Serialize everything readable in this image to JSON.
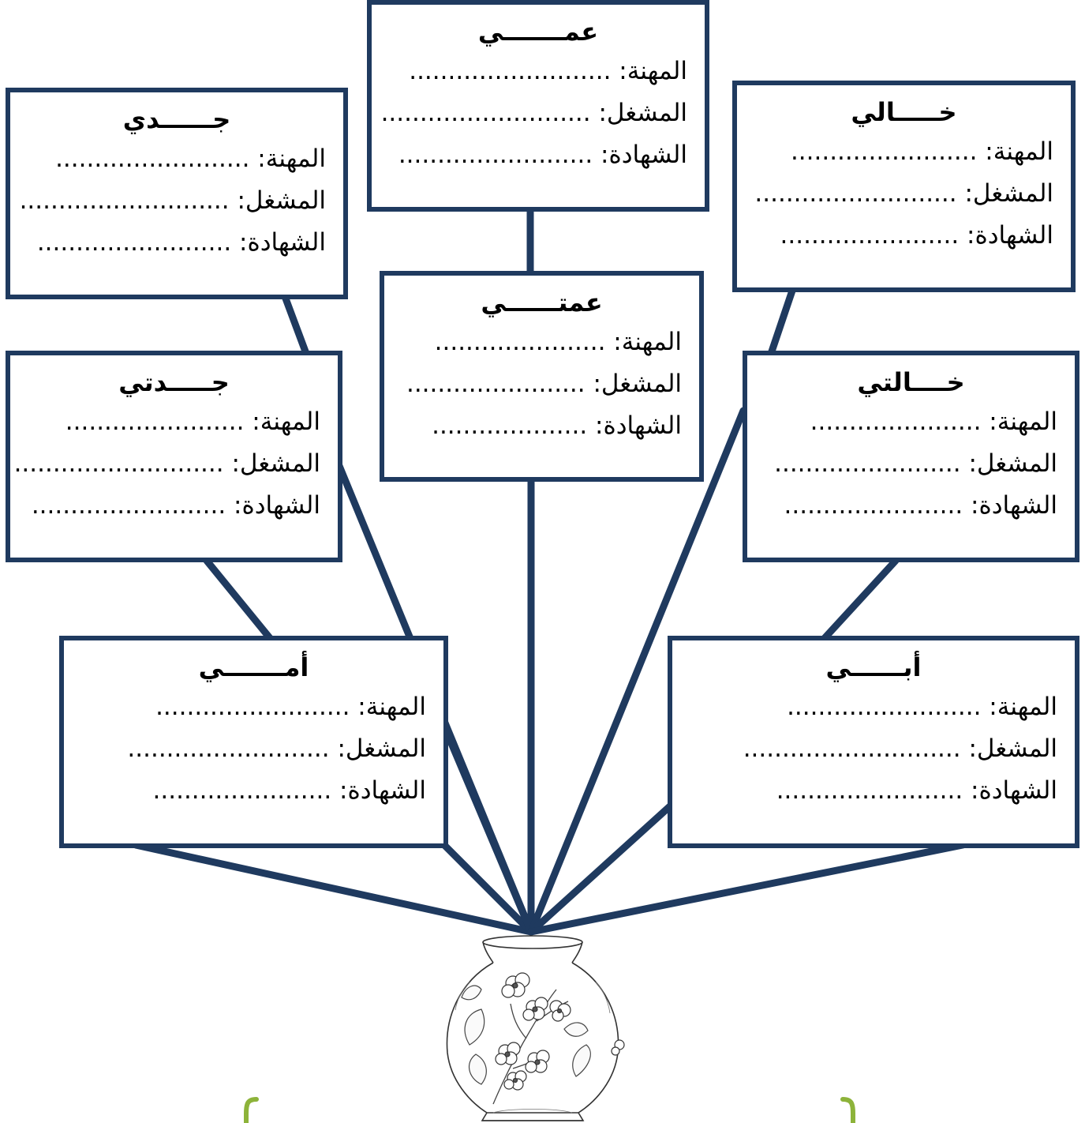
{
  "colors": {
    "border": "#1f3a5f",
    "line": "#1f3a5f",
    "bracket": "#8db33a"
  },
  "labels": {
    "profession": "المهنة:",
    "employer": "المشغل:",
    "degree": "الشهادة:"
  },
  "cards": {
    "uncle_paternal": {
      "title": "عمـــــــي",
      "profession": "..........................",
      "employer": "...........................",
      "degree": "........................."
    },
    "grandfather": {
      "title": "جــــــدي",
      "profession": ".........................",
      "employer": "...........................",
      "degree": "........................."
    },
    "uncle_maternal": {
      "title": "خـــــالي",
      "profession": "........................",
      "employer": "..........................",
      "degree": "......................."
    },
    "aunt_paternal": {
      "title": "عمتــــــي",
      "profession": "......................",
      "employer": ".......................",
      "degree": "...................."
    },
    "grandmother": {
      "title": "جـــــدتي",
      "profession": ".......................",
      "employer": "...........................",
      "degree": "........................."
    },
    "aunt_maternal": {
      "title": "خــــالتي",
      "profession": "......................",
      "employer": "........................",
      "degree": "......................."
    },
    "mother": {
      "title": "أمـــــــي",
      "profession": ".........................",
      "employer": "..........................",
      "degree": "......................."
    },
    "father": {
      "title": "أبــــــي",
      "profession": ".........................",
      "employer": "............................",
      "degree": "........................"
    }
  }
}
